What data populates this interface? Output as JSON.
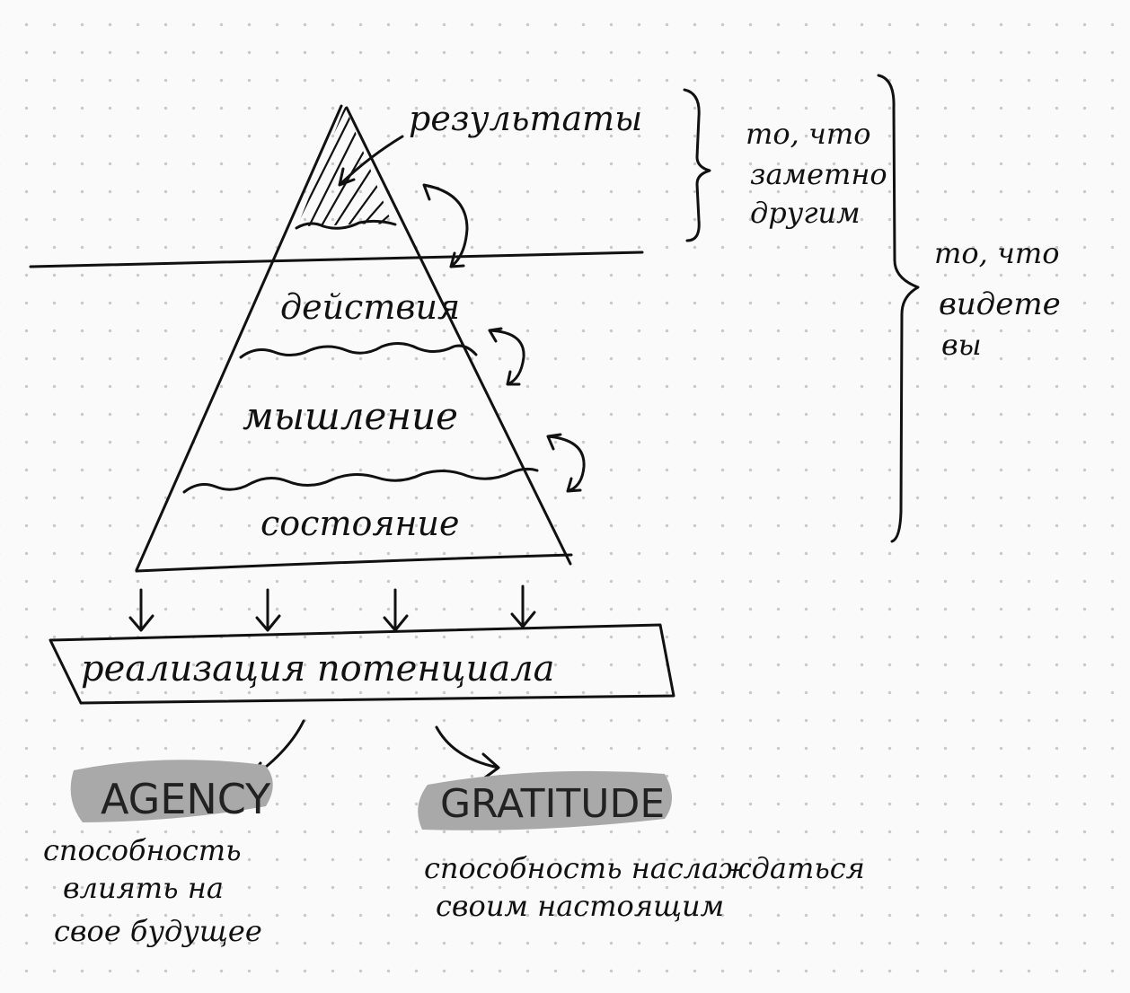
{
  "labels": {
    "results": "результаты",
    "actions": "действия",
    "thinking": "мышление",
    "state": "состояние",
    "potential": "реализация потенциала",
    "visible_to_others": [
      "то, что",
      "заметно",
      "другим"
    ],
    "visible_to_you": [
      "то, что",
      "видете",
      "вы"
    ],
    "agency": {
      "title": "AGENCY",
      "desc": [
        "способность",
        "влиять на",
        "свое будущее"
      ]
    },
    "gratitude": {
      "title": "GRATITUDE",
      "desc": [
        "способность наслаждаться",
        "своим настоящим"
      ]
    }
  },
  "colors": {
    "ink": "#111111",
    "highlight": "#a9a9a9",
    "dot_grid": "#c9c9c9",
    "paper": "#fafafa"
  }
}
